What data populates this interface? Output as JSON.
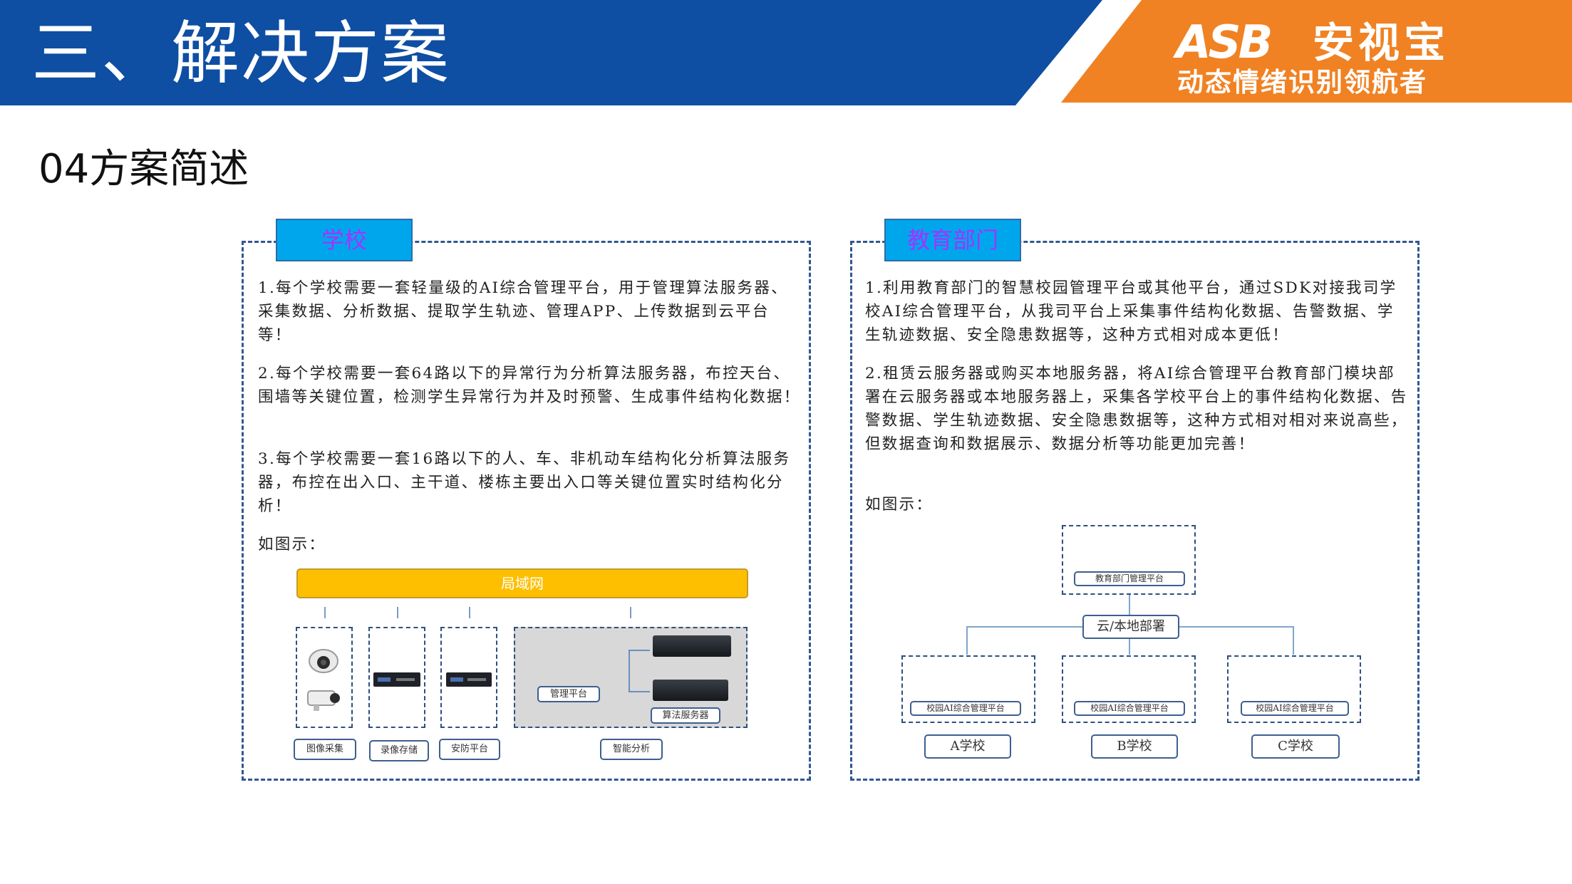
{
  "header": {
    "title": "三、解决方案",
    "logo_mark": "ASB",
    "logo_name": "安视宝",
    "logo_slogan": "动态情绪识别领航者"
  },
  "subtitle": "04方案简述",
  "school_panel": {
    "tab": "学校",
    "paragraphs": [
      "1.每个学校需要一套轻量级的AI综合管理平台，用于管理算法服务器、采集数据、分析数据、提取学生轨迹、管理APP、上传数据到云平台等！",
      "2.每个学校需要一套64路以下的异常行为分析算法服务器，布控天台、围墙等关键位置，检测学生异常行为并及时预警、生成事件结构化数据！",
      "3.每个学校需要一套16路以下的人、车、非机动车结构化分析算法服务器，布控在出入口、主干道、楼栋主要出入口等关键位置实时结构化分析！"
    ],
    "see_figure": "如图示：",
    "diagram": {
      "lan": "局域网",
      "labels": {
        "image_capture": "图像采集",
        "recording_storage": "录像存储",
        "security_platform": "安防平台",
        "smart_analysis": "智能分析",
        "management_platform": "管理平台",
        "algorithm_server": "算法服务器"
      }
    }
  },
  "edu_panel": {
    "tab": "教育部门",
    "paragraphs": [
      "1.利用教育部门的智慧校园管理平台或其他平台，通过SDK对接我司学校AI综合管理平台，从我司平台上采集事件结构化数据、告警数据、学生轨迹数据、安全隐患数据等，这种方式相对成本更低！",
      "2.租赁云服务器或购买本地服务器，将AI综合管理平台教育部门模块部署在云服务器或本地服务器上，采集各学校平台上的事件结构化数据、告警数据、学生轨迹数据、安全隐患数据等，这种方式相对相对来说高些，但数据查询和数据展示、数据分析等功能更加完善！"
    ],
    "see_figure": "如图示：",
    "diagram": {
      "edu_platform": "教育部门管理平台",
      "deploy": "云/本地部署",
      "campus_platform": "校园AI综合管理平台",
      "schools": [
        "A学校",
        "B学校",
        "C学校"
      ]
    }
  }
}
